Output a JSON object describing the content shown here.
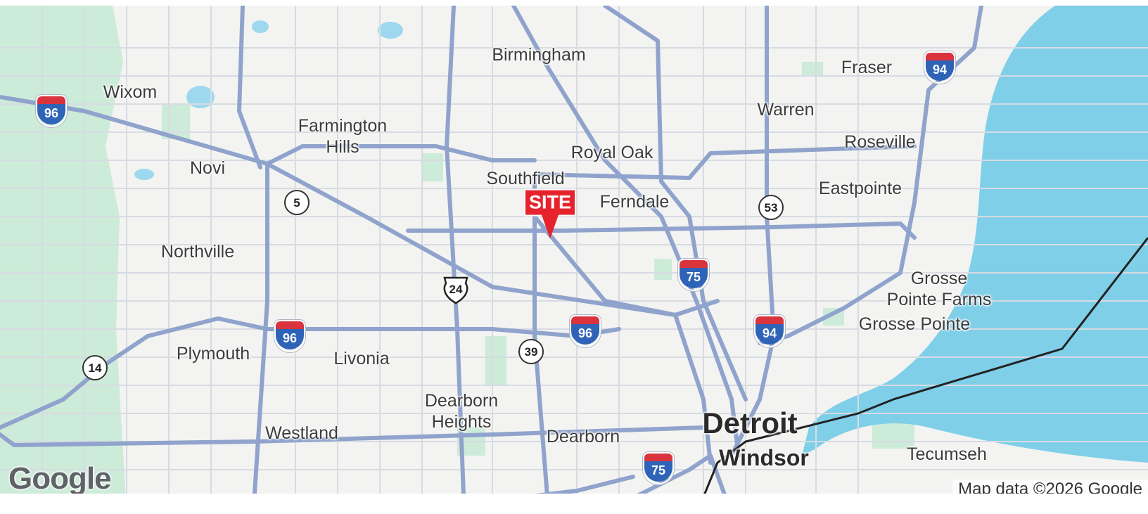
{
  "map": {
    "colors": {
      "water": "#7fcfe9",
      "land": "#f3f3f1",
      "park": "#cdebd9",
      "highway": "#8fa3cc",
      "minor_road": "#d7dbe3",
      "border": "#222222",
      "marker": "#e6232d"
    },
    "cities": [
      {
        "id": "birmingham",
        "label": "Birmingham"
      },
      {
        "id": "fraser",
        "label": "Fraser"
      },
      {
        "id": "wixom",
        "label": "Wixom"
      },
      {
        "id": "warren",
        "label": "Warren"
      },
      {
        "id": "farmington-hills",
        "label": "Farmington\nHills"
      },
      {
        "id": "royal-oak",
        "label": "Royal Oak"
      },
      {
        "id": "roseville",
        "label": "Roseville"
      },
      {
        "id": "novi",
        "label": "Novi"
      },
      {
        "id": "southfield",
        "label": "Southfield"
      },
      {
        "id": "eastpointe",
        "label": "Eastpointe"
      },
      {
        "id": "ferndale",
        "label": "Ferndale"
      },
      {
        "id": "northville",
        "label": "Northville"
      },
      {
        "id": "grosse-pointe-farms",
        "label": "Grosse\nPointe Farms"
      },
      {
        "id": "grosse-pointe",
        "label": "Grosse Pointe"
      },
      {
        "id": "plymouth",
        "label": "Plymouth"
      },
      {
        "id": "livonia",
        "label": "Livonia"
      },
      {
        "id": "dearborn-heights",
        "label": "Dearborn\nHeights"
      },
      {
        "id": "westland",
        "label": "Westland"
      },
      {
        "id": "dearborn",
        "label": "Dearborn"
      },
      {
        "id": "tecumseh",
        "label": "Tecumseh"
      },
      {
        "id": "detroit",
        "label": "Detroit"
      },
      {
        "id": "windsor",
        "label": "Windsor"
      }
    ],
    "shields": [
      {
        "id": "i96-west",
        "type": "interstate",
        "number": "96"
      },
      {
        "id": "i94-north",
        "type": "interstate",
        "number": "94"
      },
      {
        "id": "m5",
        "type": "state",
        "number": "5"
      },
      {
        "id": "m53",
        "type": "state",
        "number": "53"
      },
      {
        "id": "i75-north",
        "type": "interstate",
        "number": "75"
      },
      {
        "id": "us24",
        "type": "us",
        "number": "24"
      },
      {
        "id": "i96-central",
        "type": "interstate",
        "number": "96"
      },
      {
        "id": "i96-east",
        "type": "interstate",
        "number": "96"
      },
      {
        "id": "i94-east",
        "type": "interstate",
        "number": "94"
      },
      {
        "id": "m39",
        "type": "state",
        "number": "39"
      },
      {
        "id": "m14",
        "type": "state",
        "number": "14"
      },
      {
        "id": "i75-south",
        "type": "interstate",
        "number": "75"
      }
    ],
    "marker": {
      "label": "SITE"
    },
    "logo": "Google",
    "attribution": "Map data ©2026 Google"
  }
}
